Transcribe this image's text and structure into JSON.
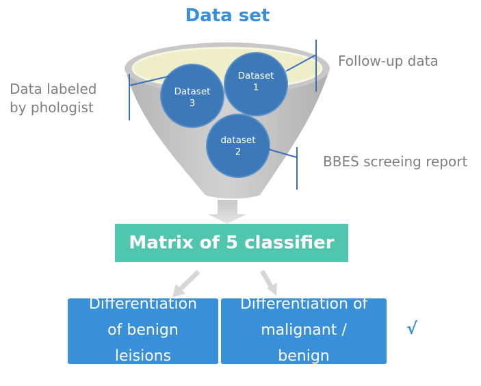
{
  "title": "Data set",
  "labels": {
    "left": "Data labeled\nby phologist",
    "follow_up": "Follow-up data",
    "bbes": "BBES screeing report"
  },
  "datasets": [
    {
      "label": "Dataset\n3"
    },
    {
      "label": "Dataset\n1"
    },
    {
      "label": "dataset\n2"
    }
  ],
  "classifier": "Matrix of 5 classifier",
  "results": [
    {
      "label": "Differentiation\nof benign\nleisions"
    },
    {
      "label": "Differentiation of\nmalignant /\nbenign"
    }
  ],
  "check_mark": "√",
  "colors": {
    "title": "#3a8fd9",
    "funnel": "#c4c4c4",
    "funnel_rim": "#eeeec8",
    "circle": "#3d79b8",
    "classifier": "#4fc6ad",
    "result": "#3a8fd9",
    "label_text": "#7f7f7f",
    "leader_line": "#3a6fc0"
  }
}
